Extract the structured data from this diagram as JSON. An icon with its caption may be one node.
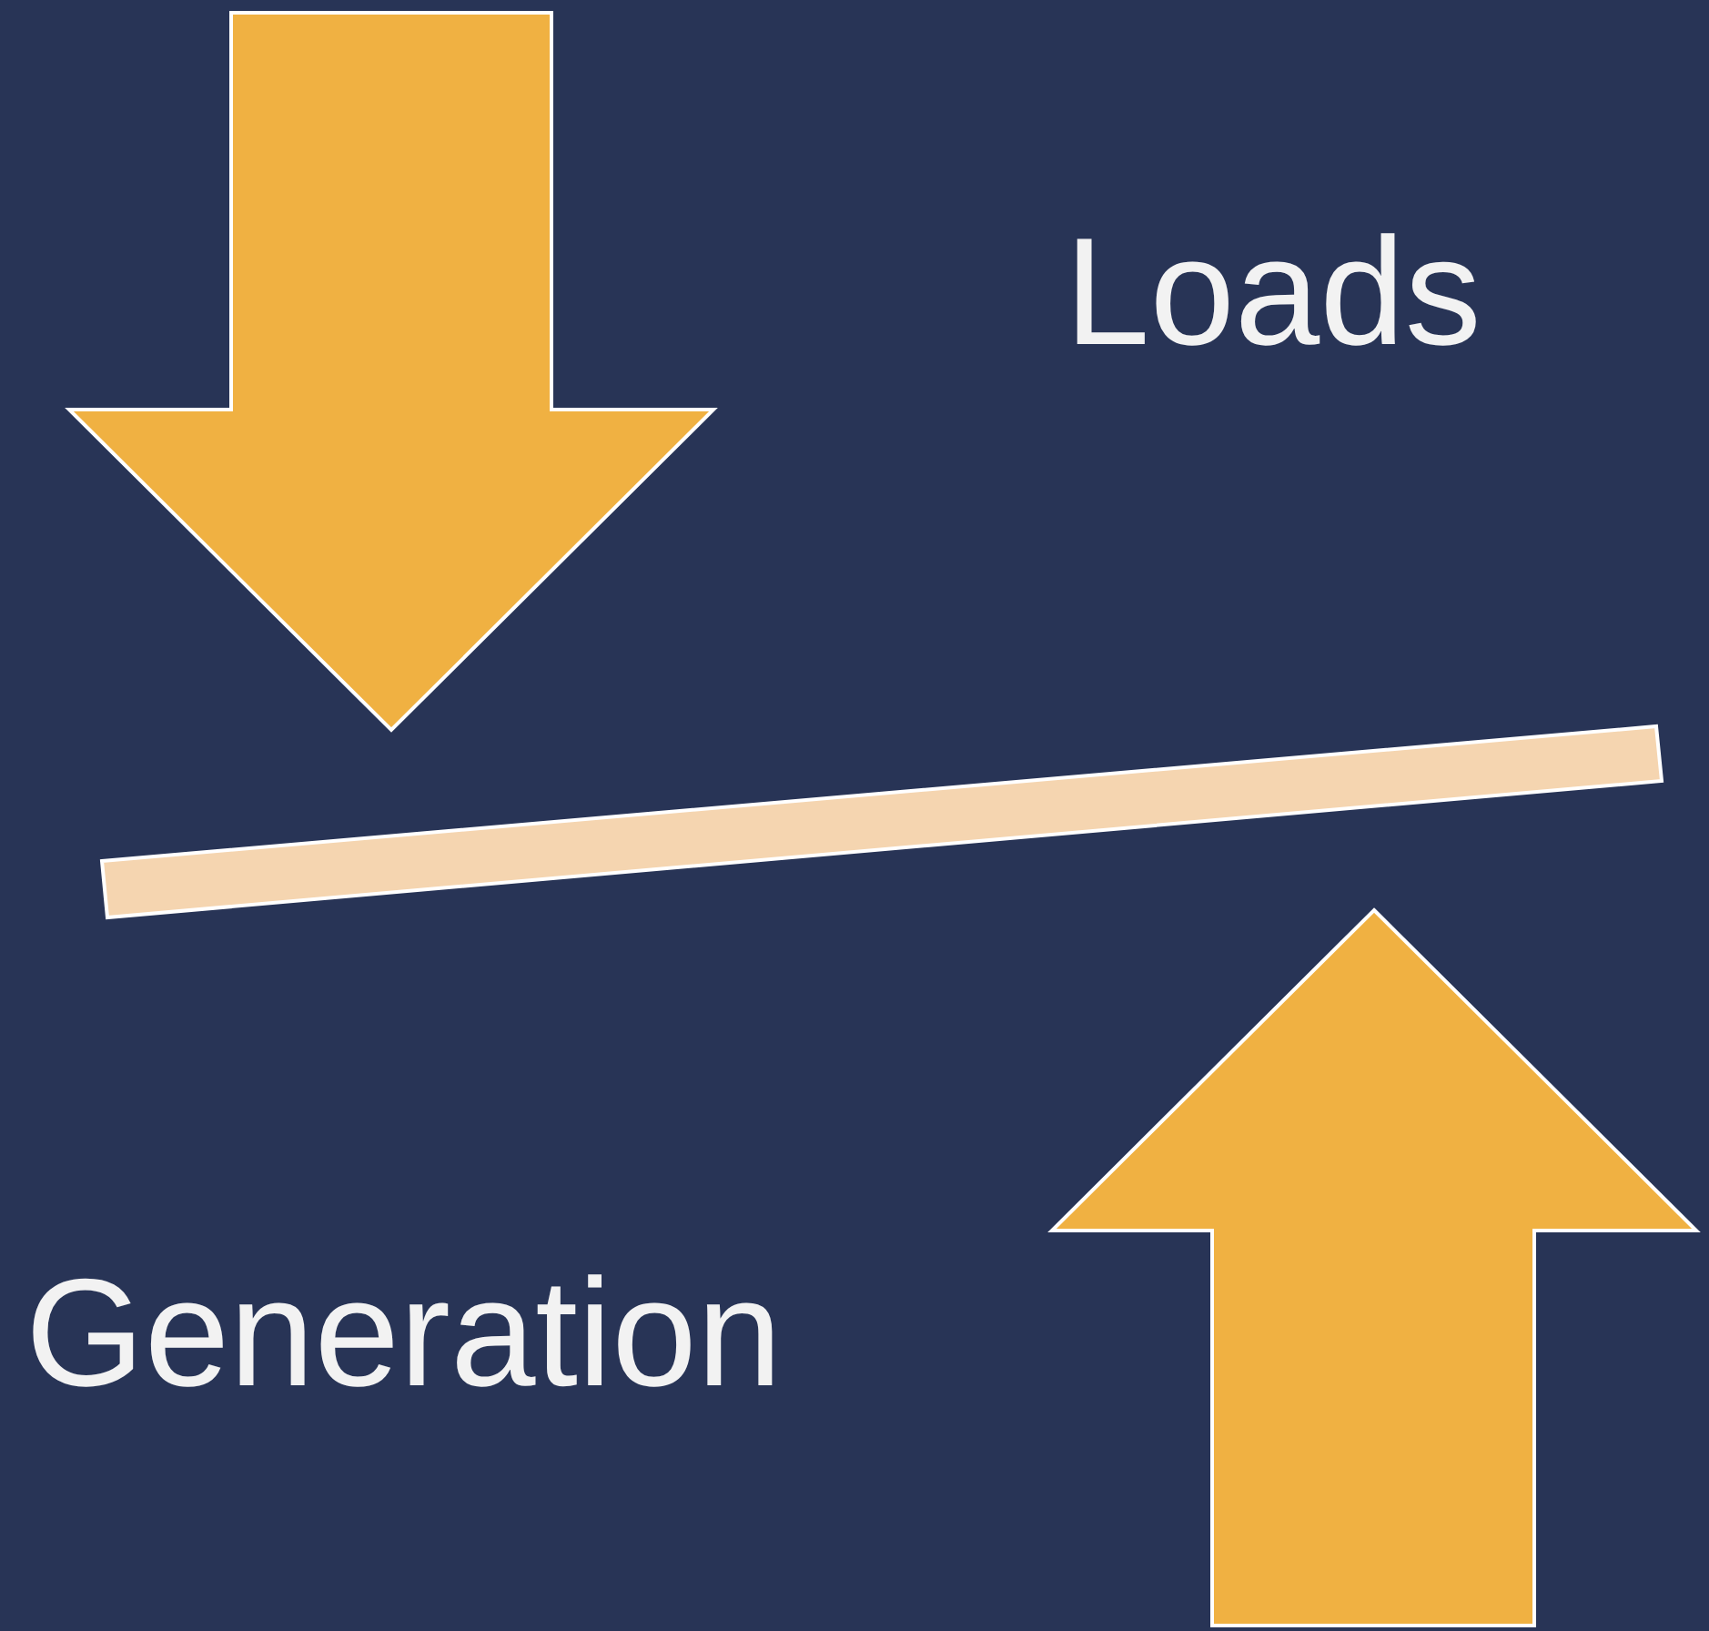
{
  "diagram": {
    "nodes": [
      {
        "text": [],
        "shape": "bar"
      }
    ],
    "labels": [
      "Loads",
      "Generation"
    ]
  }
}
